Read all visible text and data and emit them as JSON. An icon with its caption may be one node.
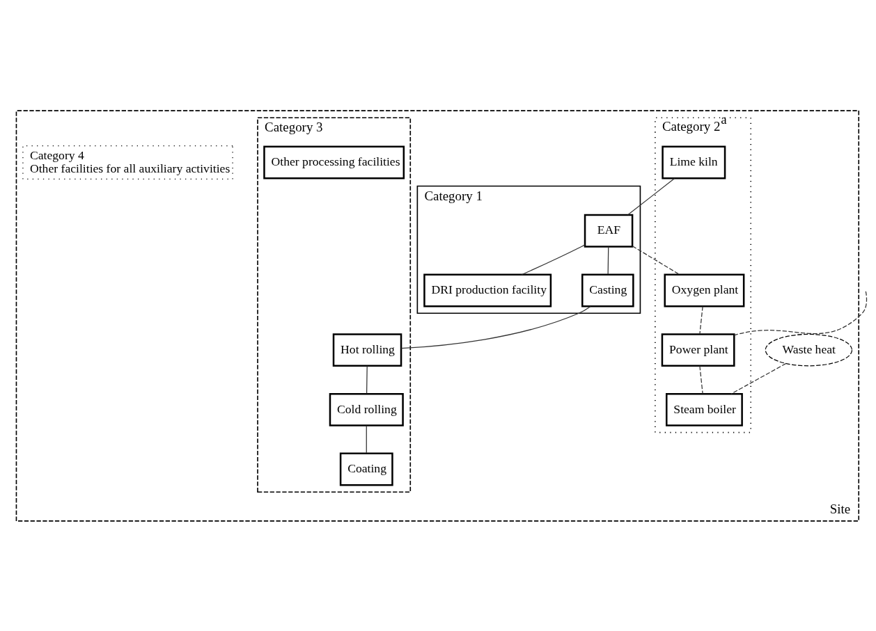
{
  "diagram": {
    "nodes": [
      {
        "text": [
          "Site"
        ]
      },
      {
        "text": [
          "Category 2$^{a}$"
        ],
        "in": 0
      },
      {
        "text": [
          "Lime kiln"
        ],
        "in": 1
      },
      {
        "text": [
          "Category 1"
        ],
        "in": 0
      },
      {
        "text": [
          "EAF"
        ],
        "in": 3
      },
      {
        "text": [
          "DRI production facility"
        ],
        "in": 3
      },
      {
        "text": [
          "Casting"
        ],
        "in": 3
      },
      {
        "text": [
          "Oxygen plant"
        ],
        "in": 1
      },
      {
        "text": [
          "Power plant"
        ],
        "in": 1
      },
      {
        "text": [
          "Waste heat"
        ],
        "in": 0
      },
      {
        "text": [
          "Steam boiler"
        ],
        "in": 1
      },
      {
        "text": [
          "Category 3"
        ],
        "in": 0
      },
      {
        "text": [
          "Hot rolling"
        ],
        "in": 11
      },
      {
        "text": [
          "Other processing facilities"
        ],
        "in": 11
      },
      {
        "text": [
          "Cold rolling"
        ],
        "in": 11
      },
      {
        "text": [
          "Coating"
        ],
        "in": 11
      },
      {
        "text": [
          "Category 4",
          "Other facilities for all auxiliary activities"
        ],
        "in": 0
      }
    ],
    "edges": [
      {
        "from": 2,
        "to": 4,
        "arrow": "none"
      },
      {
        "from": 4,
        "to": 5,
        "arrow": "none"
      },
      {
        "from": 4,
        "to": 6,
        "arrow": "none"
      },
      {
        "from": 6,
        "to": 12,
        "arrow": "none"
      },
      {
        "from": 12,
        "to": 14,
        "arrow": "none"
      },
      {
        "from": 14,
        "to": 15,
        "arrow": "none"
      },
      {
        "from": 4,
        "to": 7,
        "arrow": "none",
        "style": "dashed"
      },
      {
        "from": 7,
        "to": 8,
        "arrow": "none",
        "style": "dashed"
      },
      {
        "from": null,
        "to": 8,
        "arrow": "none",
        "style": "dashed"
      },
      {
        "from": 8,
        "to": 10,
        "arrow": "none",
        "style": "dashed"
      },
      {
        "from": 9,
        "to": 10,
        "arrow": "none",
        "style": "dashed"
      }
    ]
  }
}
